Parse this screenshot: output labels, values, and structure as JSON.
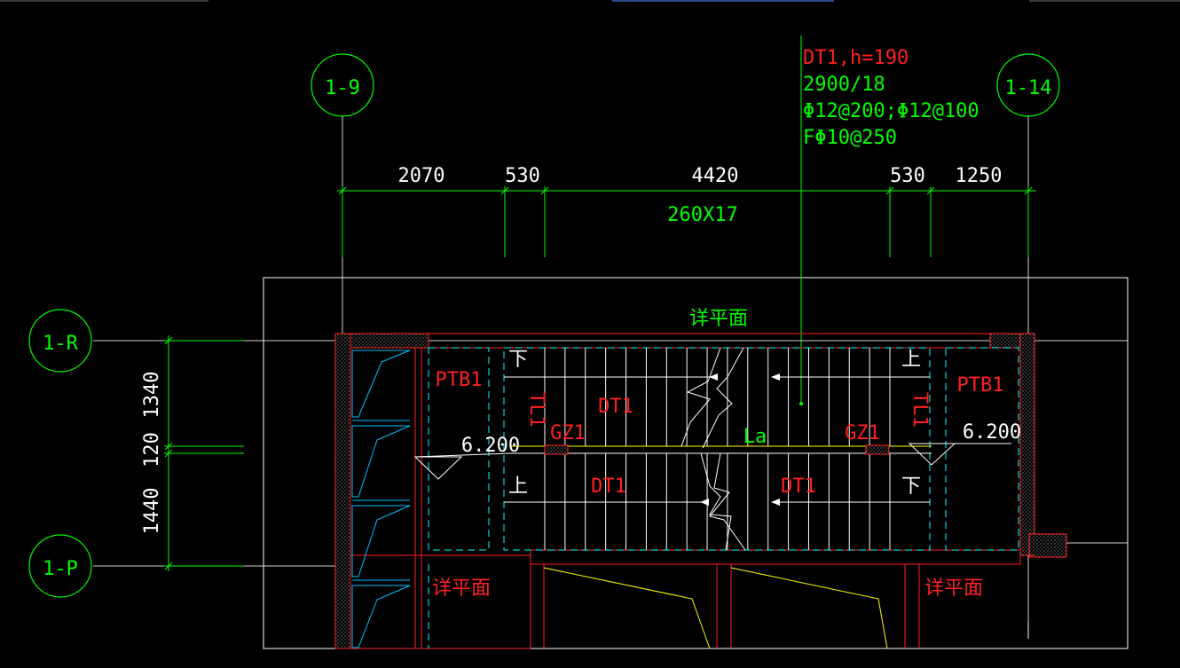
{
  "colors": {
    "background": "#000000",
    "axis": "#00ff00",
    "dimension": "#00ff00",
    "structure": "#ff2020",
    "hatch": "#c0c0c0",
    "window": "#00bfff",
    "dashed_slab": "#00ffff",
    "stair_line": "#ffffff",
    "landing_line": "#ffff00",
    "frame": "#ffffff"
  },
  "axes": {
    "vertical": [
      {
        "id": "a19",
        "label": "1-9"
      },
      {
        "id": "a114",
        "label": "1-14"
      }
    ],
    "horizontal": [
      {
        "id": "a1r",
        "label": "1-R"
      },
      {
        "id": "a1p",
        "label": "1-P"
      }
    ]
  },
  "dimensions": {
    "top": [
      "2070",
      "530",
      "4420",
      "530",
      "1250"
    ],
    "top_sub": "260X17",
    "left": [
      "1340",
      "120",
      "1440"
    ]
  },
  "stair_note": {
    "lines": [
      "DT1,h=190",
      "2900/18",
      "Φ12@200;Φ12@100",
      "FΦ10@250"
    ]
  },
  "labels": {
    "detail_plan_top": "详平面",
    "detail_plan_bl": "详平面",
    "detail_plan_br": "详平面",
    "ptb_left": "PTB1",
    "ptb_right": "PTB1",
    "tl_left": "TL1",
    "tl_right": "TL1",
    "gz_left": "GZ1",
    "gz_right": "GZ1",
    "dt_top_left": "DT1",
    "dt_bottom_left": "DT1",
    "dt_bottom_right": "DT1",
    "la": "La",
    "elev_left": "6.200",
    "elev_right": "6.200",
    "down_tl": "下",
    "up_tr": "上",
    "up_bl": "上",
    "down_br": "下"
  }
}
